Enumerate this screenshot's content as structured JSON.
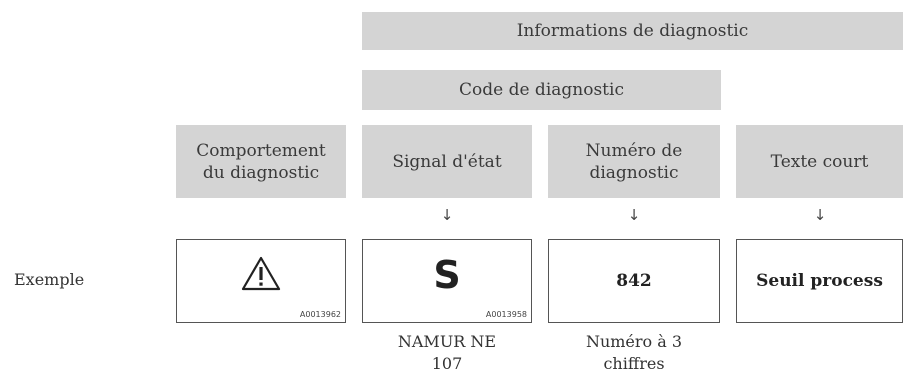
{
  "header": {
    "info": "Informations de diagnostic",
    "code": "Code de diagnostic"
  },
  "columns": [
    {
      "title": "Comportement du diagnostic",
      "box_code": "A0013962",
      "icon": "warning-triangle-icon"
    },
    {
      "title": "Signal d'état",
      "box_symbol": "S",
      "box_code": "A0013958",
      "note": "NAMUR NE 107"
    },
    {
      "title": "Numéro de diagnostic",
      "box_value": "842",
      "note": "Numéro à 3 chiffres"
    },
    {
      "title": "Texte court",
      "box_value": "Seuil process"
    }
  ],
  "arrow_glyph": "↓",
  "row_label": "Exemple"
}
